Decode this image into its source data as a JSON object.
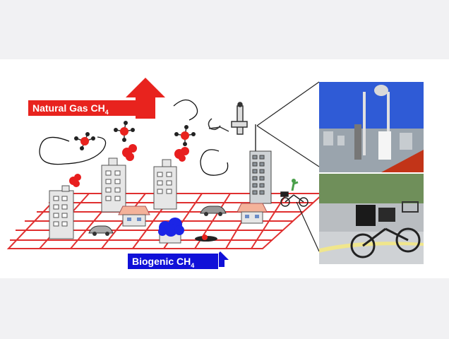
{
  "labels": {
    "natural_gas": "Natural Gas CH",
    "natural_gas_sub": "4",
    "biogenic": "Biogenic CH",
    "biogenic_sub": "4"
  },
  "colors": {
    "natural_gas": "#e8231e",
    "biogenic": "#1010d8",
    "grid": "#e03030",
    "building": "#e6e6e6"
  },
  "icons": [
    "up-arrow-icon",
    "methane-molecule-icon",
    "gas-cloud-icon",
    "building-icon",
    "house-icon",
    "car-icon",
    "flux-tower-icon",
    "bicycle-icon"
  ]
}
